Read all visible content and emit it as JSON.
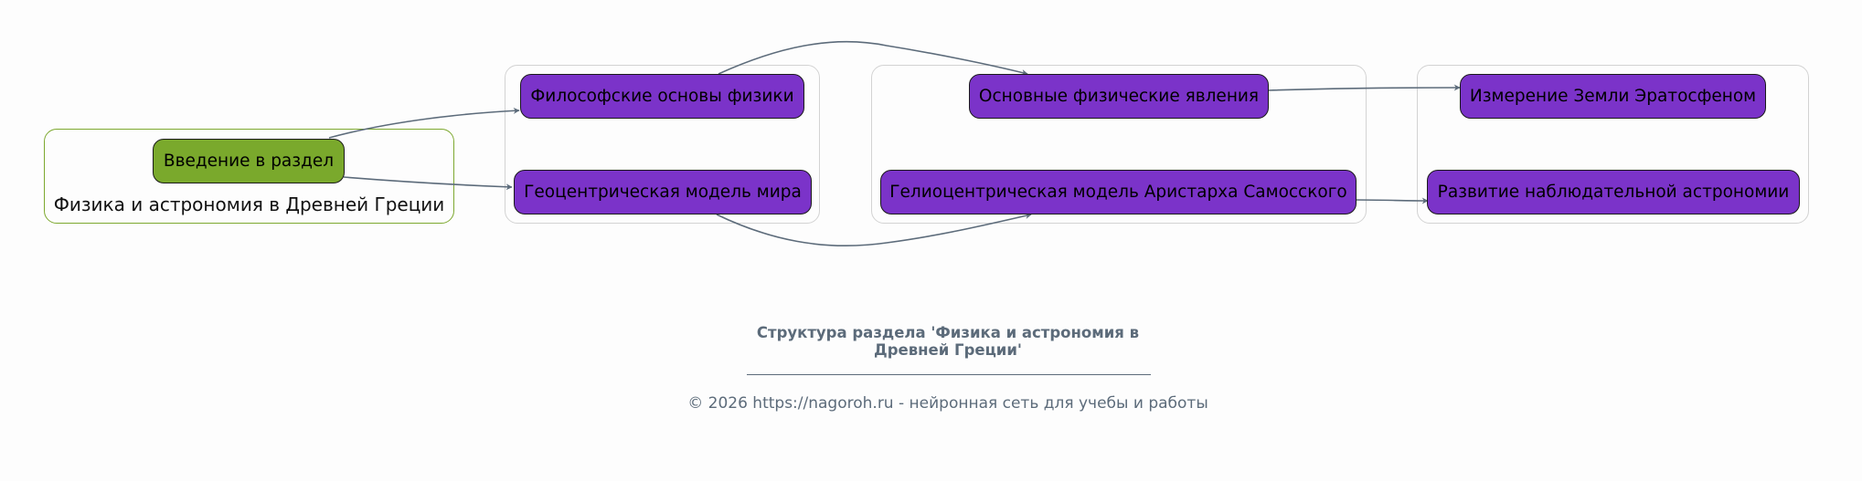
{
  "clusters": {
    "intro": {
      "label": "Физика и астрономия в Древней Греции"
    }
  },
  "nodes": {
    "intro": "Введение в раздел",
    "philosophy": "Философские основы физики",
    "geocentric": "Геоцентрическая модель мира",
    "phenomena": "Основные физические явления",
    "heliocentric": "Гелиоцентрическая модель Аристарха Самосского",
    "eratosthenes": "Измерение Земли Эратосфеном",
    "observational": "Развитие наблюдательной астрономии"
  },
  "edges": [
    {
      "from": "intro",
      "to": "philosophy"
    },
    {
      "from": "intro",
      "to": "geocentric"
    },
    {
      "from": "philosophy",
      "to": "phenomena"
    },
    {
      "from": "geocentric",
      "to": "heliocentric"
    },
    {
      "from": "phenomena",
      "to": "eratosthenes"
    },
    {
      "from": "heliocentric",
      "to": "observational"
    }
  ],
  "caption": {
    "title_line1": "Структура раздела 'Физика и астрономия в",
    "title_line2": "Древней Греции'",
    "copyright": "© 2026 https://nagoroh.ru - нейронная сеть для учебы и работы"
  },
  "colors": {
    "green_node": "#7aa92c",
    "purple_node": "#7b33c9",
    "edge": "#5c6b7a",
    "green_cluster_border": "#7da82f",
    "gray_cluster_border": "#d3d3d3"
  }
}
